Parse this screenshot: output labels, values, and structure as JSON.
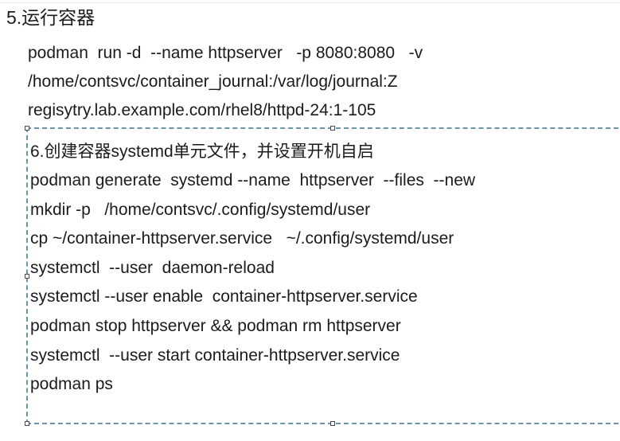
{
  "page": {
    "background": "#ffffff",
    "top_rule_color": "#ececec"
  },
  "section5": {
    "title": "5.运行容器",
    "lines": [
      "podman  run -d  --name httpserver   -p 8080:8080   -v",
      "/home/contsvc/container_journal:/var/log/journal:Z",
      "regisytry.lab.example.com/rhel8/httpd-24:1-105"
    ]
  },
  "textbox": {
    "border_color": "#6b94a5",
    "title": "6.创建容器systemd单元文件，并设置开机自启",
    "lines": [
      "podman generate  systemd --name  httpserver  --files  --new",
      "mkdir -p   /home/contsvc/.config/systemd/user",
      "cp ~/container-httpserver.service   ~/.config/systemd/user",
      "systemctl  --user  daemon-reload",
      "systemctl --user enable  container-httpserver.service",
      "podman stop httpserver && podman rm httpserver",
      "systemctl  --user start container-httpserver.service",
      "podman ps"
    ]
  }
}
